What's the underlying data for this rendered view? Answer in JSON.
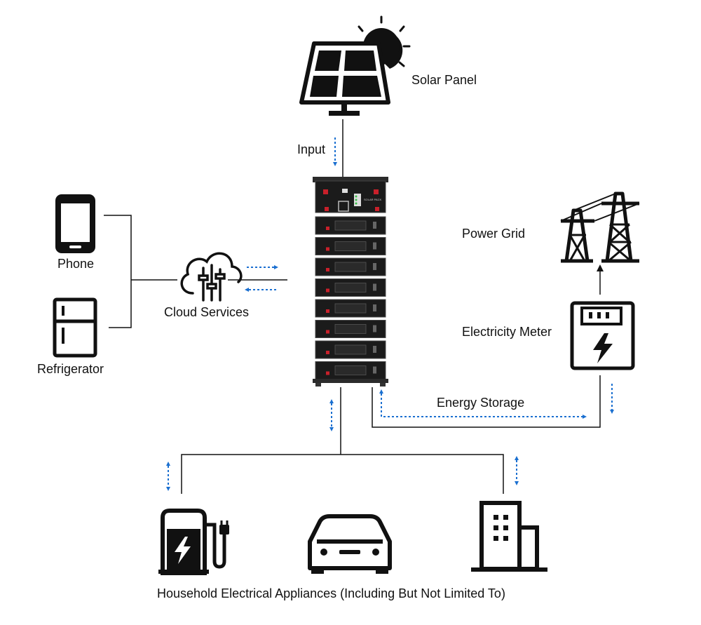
{
  "labels": {
    "solar_panel": "Solar Panel",
    "input": "Input",
    "power_grid": "Power Grid",
    "phone": "Phone",
    "cloud_services": "Cloud Services",
    "refrigerator": "Refrigerator",
    "electricity_meter": "Electricity Meter",
    "energy_storage": "Energy Storage",
    "household": "Household Electrical Appliances (Including But Not Limited To)"
  },
  "battery": {
    "module_count": 8,
    "brand_text": "SOLAR PACK"
  },
  "colors": {
    "line": "#111111",
    "flow_arrow": "#1a6fd0",
    "battery_body": "#1b1b1b",
    "battery_accent": "#c8202a",
    "status_green": "#3cc04a"
  },
  "icons": [
    "solar-panel-icon",
    "sun-icon",
    "transmission-tower-icon",
    "phone-icon",
    "refrigerator-icon",
    "cloud-sliders-icon",
    "electricity-meter-icon",
    "ev-charger-icon",
    "car-icon",
    "building-icon",
    "battery-rack"
  ]
}
